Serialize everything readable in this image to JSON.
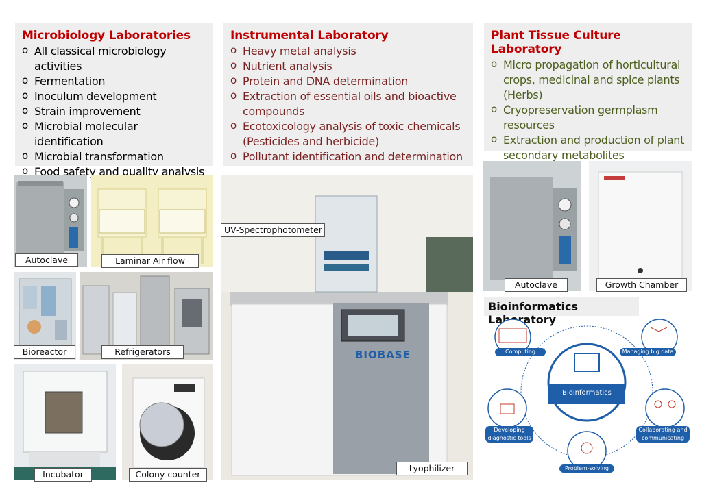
{
  "microbiology": {
    "title": "Microbiology Laboratories",
    "items": [
      "All classical microbiology activities",
      "Fermentation",
      "Inoculum development",
      "Strain improvement",
      "Microbial molecular identification",
      "Microbial transformation",
      "Food safety and quality analysis"
    ]
  },
  "instrumental": {
    "title": "Instrumental Laboratory",
    "items": [
      "Heavy metal analysis",
      "Nutrient analysis",
      "Protein and DNA determination",
      "Extraction of essential oils and bioactive compounds",
      "Ecotoxicology analysis of toxic chemicals (Pesticides and herbicide)",
      "Pollutant identification and determination"
    ]
  },
  "plant": {
    "title": "Plant Tissue Culture Laboratory",
    "items": [
      "Micro propagation of horticultural crops, medicinal and spice plants (Herbs)",
      "Cryopreservation germplasm resources",
      "Extraction and production of plant secondary metabolites"
    ]
  },
  "bullet": "o",
  "photos": {
    "autoclave1": "Autoclave",
    "laminar": "Laminar Air flow",
    "bioreactor": "Bioreactor",
    "refrigerators": "Refrigerators",
    "incubator": "Incubator",
    "colony": "Colony counter",
    "uvspec": "UV-Spectrophotometer",
    "lyophilizer": "Lyophilizer",
    "lyophilizer_brand": "BIOBASE",
    "autoclave2": "Autoclave",
    "growth": "Growth Chamber"
  },
  "bioinformatics": {
    "title": "Bioinformatics Laboratory",
    "center": "Bioinformatics",
    "nodes": {
      "computing": "Computing",
      "bigdata": "Managing big data",
      "diagnostic": "Developing diagnostic tools",
      "collab": "Collaborating and communicating",
      "problem": "Problem-solving"
    }
  },
  "colors": {
    "micro_title": "#c00000",
    "instr_text": "#7b2323",
    "plant_text": "#4d5f1e",
    "bioinfo_blue": "#1f5ea8"
  }
}
